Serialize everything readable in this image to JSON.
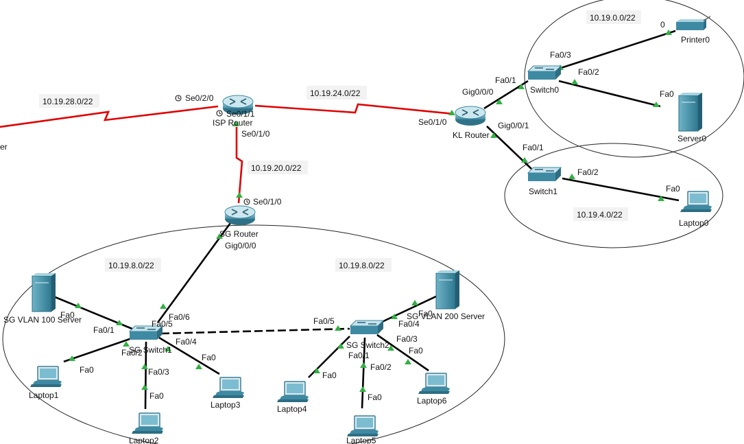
{
  "networks": {
    "n28": "10.19.28.0/22",
    "n24": "10.19.24.0/22",
    "n20": "10.19.20.0/22",
    "n0": "10.19.0.0/22",
    "n4": "10.19.4.0/22",
    "n8a": "10.19.8.0/22",
    "n8b": "10.19.8.0/22"
  },
  "devices": {
    "isp_router": "ISP Router",
    "kl_router": "KL Router",
    "sg_router": "SG Router",
    "switch0": "Switch0",
    "switch1": "Switch1",
    "printer0": "Printer0",
    "server0": "Server0",
    "laptop0": "Laptop0",
    "sg_switch1": "SG Switch1",
    "sg_switch2": "SG Switch2",
    "sg_vlan100_server": "SG VLAN 100 Server",
    "sg_vlan200_server": "SG VLAN 200 Server",
    "laptop1": "Laptop1",
    "laptop2": "Laptop2",
    "laptop3": "Laptop3",
    "laptop4": "Laptop4",
    "laptop5": "Laptop5",
    "laptop6": "Laptop6",
    "left_cut": "er"
  },
  "ports": {
    "isp_se020": "Se0/2/0",
    "isp_se011": "Se0/1/1",
    "isp_se010": "Se0/1/0",
    "sg_se010": "Se0/1/0",
    "sg_gig000": "Gig0/0/0",
    "kl_se010": "Se0/1/0",
    "kl_gig000": "Gig0/0/0",
    "kl_gig001": "Gig0/0/1",
    "sw0_fa01": "Fa0/1",
    "sw0_fa03": "Fa0/3",
    "sw0_fa02": "Fa0/2",
    "printer_0": "0",
    "server0_fa0": "Fa0",
    "sw1_fa01": "Fa0/1",
    "sw1_fa02": "Fa0/2",
    "laptop0_fa0": "Fa0",
    "s1_fa06": "Fa0/6",
    "s1_fa05": "Fa0/5",
    "s1_fa01": "Fa0/1",
    "s1_fa02": "Fa0/2",
    "s1_fa03": "Fa0/3",
    "s1_fa04": "Fa0/4",
    "srv100_fa0": "Fa0",
    "l1_fa0": "Fa0",
    "l2_fa0": "Fa0",
    "l3_fa0": "Fa0",
    "s2_fa05": "Fa0/5",
    "s2_fa04": "Fa0/4",
    "s2_fa01": "Fa0/1",
    "s2_fa02": "Fa0/2",
    "s2_fa03": "Fa0/3",
    "srv200_fa0": "Fa0",
    "l4_fa0": "Fa0",
    "l5_fa0": "Fa0",
    "l6_fa0": "Fa0"
  },
  "colors": {
    "serial": "#e00000",
    "ethernet": "#000000",
    "link_up": "#33b044",
    "device": "#3d8ea6"
  },
  "icons": {
    "router": "router-icon",
    "switch": "switch-icon",
    "server": "server-icon",
    "laptop": "laptop-icon",
    "printer": "printer-icon",
    "clock": "clock-icon"
  }
}
